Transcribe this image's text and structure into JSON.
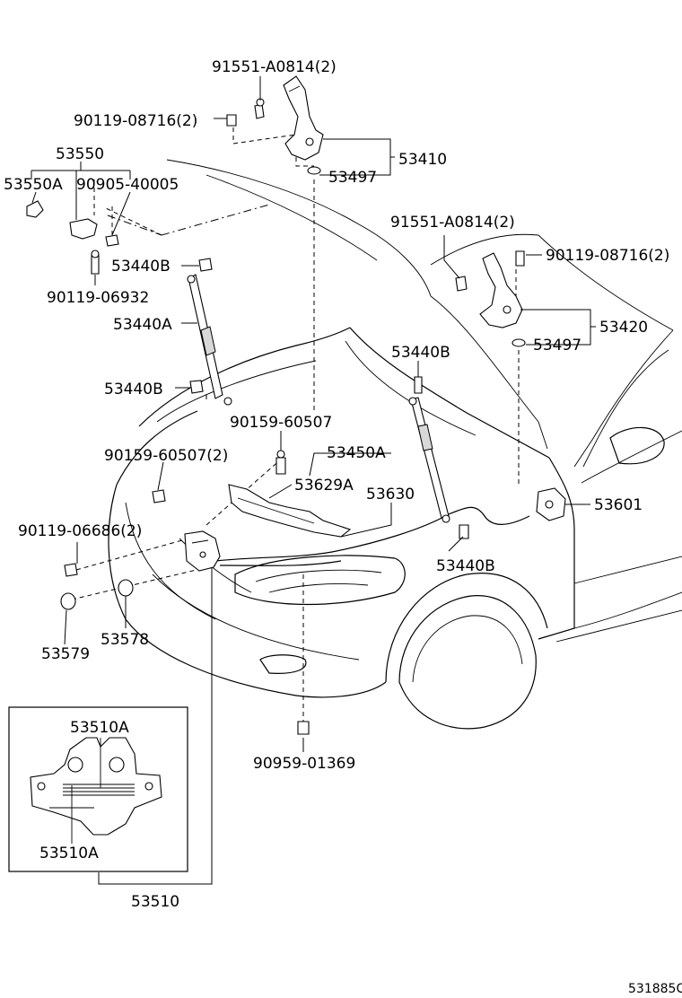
{
  "labels": {
    "p91551_top": "91551-A0814(2)",
    "p90119_08716_top": "90119-08716(2)",
    "p53410": "53410",
    "p53497_top": "53497",
    "p53550": "53550",
    "p53550A": "53550A",
    "p90905": "90905-40005",
    "p53440B_1": "53440B",
    "p90119_06932": "90119-06932",
    "p53440A": "53440A",
    "p53440B_2": "53440B",
    "p91551_right": "91551-A0814(2)",
    "p90119_08716_right": "90119-08716(2)",
    "p53420": "53420",
    "p53497_right": "53497",
    "p53440B_3": "53440B",
    "p90159_60507_a": "90159-60507",
    "p90159_60507_b": "90159-60507(2)",
    "p53450A": "53450A",
    "p53629A": "53629A",
    "p53630": "53630",
    "p53601": "53601",
    "p90119_06686": "90119-06686(2)",
    "p53440B_4": "53440B",
    "p53579": "53579",
    "p53578": "53578",
    "p53510A_top": "53510A",
    "p53510A_bottom": "53510A",
    "p53510": "53510",
    "p90959": "90959-01369",
    "diagram_code": "531885C"
  }
}
